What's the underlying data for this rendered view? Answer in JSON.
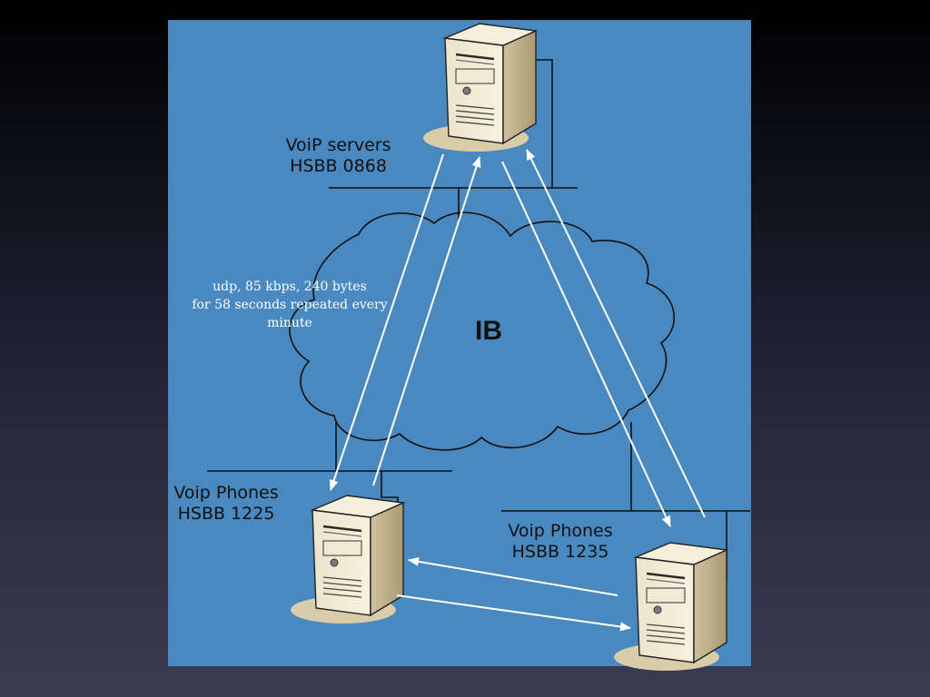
{
  "diagram": {
    "background_color": "#4a89c0",
    "slide_gradient": [
      "#000000",
      "#3b3b52"
    ],
    "cloud": {
      "label": "IB"
    },
    "annotation": {
      "line1": "udp, 85 kbps, 240 bytes",
      "line2": "for 58 seconds repeated every",
      "line3": "minute"
    },
    "nodes": {
      "voip_servers": {
        "name": "VoiP servers",
        "id": "HSBB 0868",
        "icon": "server-tower-icon"
      },
      "phones_1225": {
        "name": "Voip Phones",
        "id": "HSBB 1225",
        "icon": "server-tower-icon"
      },
      "phones_1235": {
        "name": "Voip Phones",
        "id": "HSBB 1235",
        "icon": "server-tower-icon"
      }
    },
    "arrows": [
      {
        "from": "voip_servers",
        "to": "phones_1225"
      },
      {
        "from": "phones_1225",
        "to": "voip_servers"
      },
      {
        "from": "voip_servers",
        "to": "phones_1235"
      },
      {
        "from": "phones_1235",
        "to": "voip_servers"
      },
      {
        "from": "phones_1235",
        "to": "phones_1225"
      },
      {
        "from": "phones_1225",
        "to": "phones_1235"
      }
    ]
  }
}
